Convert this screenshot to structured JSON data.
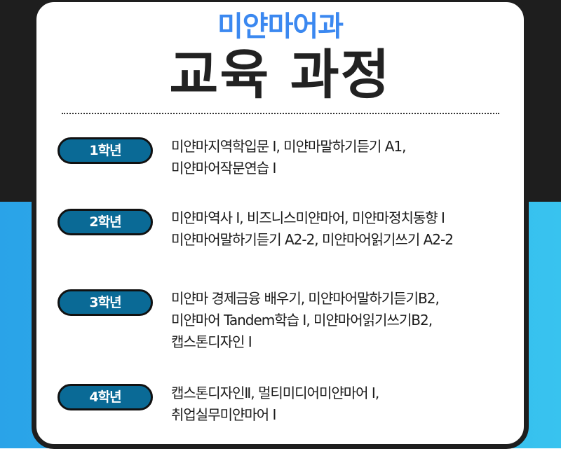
{
  "header": {
    "subtitle": "미얀마어과",
    "title": "교육 과정"
  },
  "colors": {
    "subtitle": "#3b88f0",
    "title": "#222222",
    "badge_fill": "#0a6a96",
    "badge_border": "#111111",
    "background_dark": "#1e1e1e",
    "background_blue_left": "#2aa3e8",
    "background_blue_right": "#38c3ef"
  },
  "years": [
    {
      "badge": "1학년",
      "lines": [
        "미얀마지역학입문 Ⅰ, 미얀마말하기듣기 A1,",
        "미얀마어작문연습 Ⅰ"
      ]
    },
    {
      "badge": "2학년",
      "lines": [
        "미얀마역사 Ⅰ, 비즈니스미얀마어, 미얀마정치동향 Ⅰ",
        "미얀마어말하기듣기 A2-2, 미얀마어읽기쓰기 A2-2"
      ]
    },
    {
      "badge": "3학년",
      "lines": [
        "미얀마 경제금융 배우기, 미얀마어말하기듣기B2,",
        "미얀마어 Tandem학습 Ⅰ, 미얀마어읽기쓰기B2,",
        "캡스톤디자인 Ⅰ"
      ]
    },
    {
      "badge": "4학년",
      "lines": [
        "캡스톤디자인Ⅱ, 멀티미디어미얀마어 I,",
        "취업실무미얀마어 I"
      ]
    }
  ]
}
